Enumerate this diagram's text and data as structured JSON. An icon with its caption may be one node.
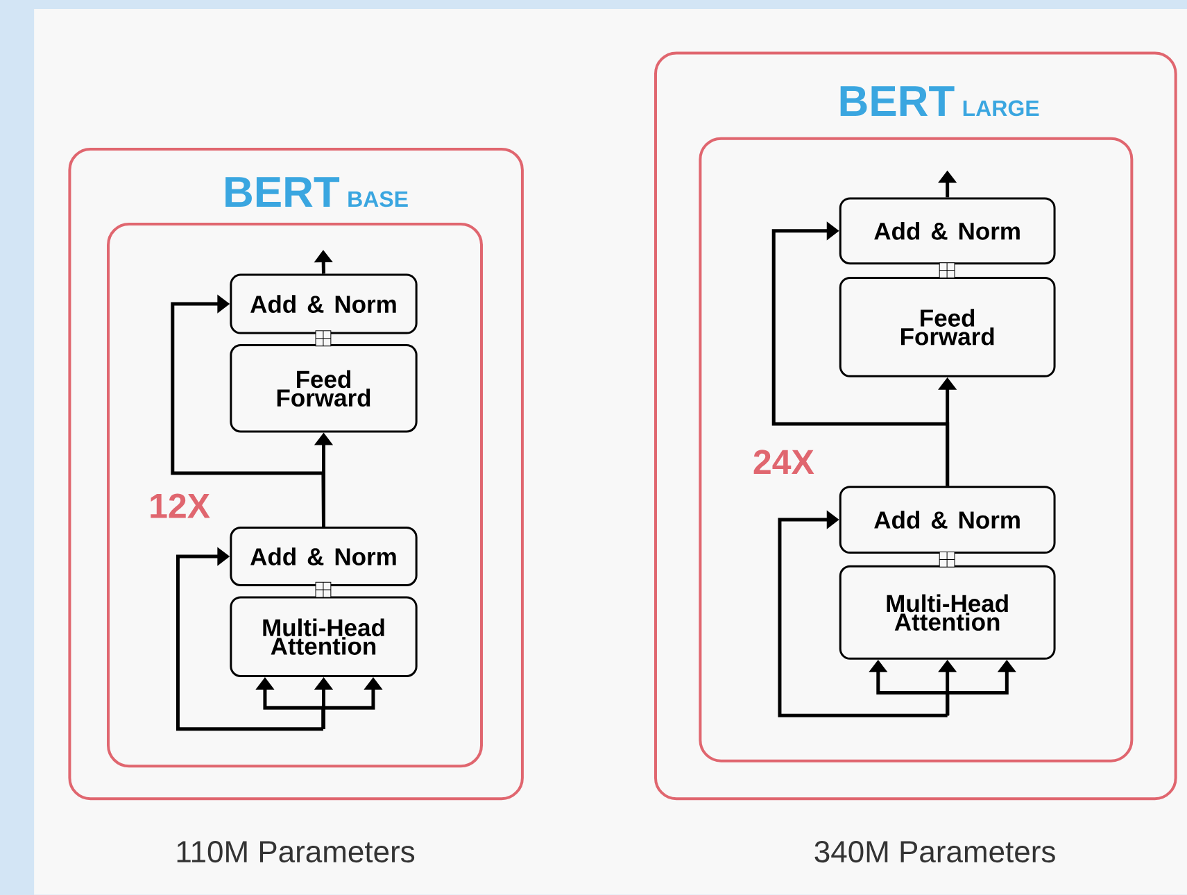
{
  "diagram": {
    "nodes": [
      {
        "text": [
          "BERT",
          "BASE"
        ],
        "beside": [
          "110M Parameters"
        ]
      },
      {
        "text": [
          "12X"
        ],
        "in": 0
      },
      {
        "text": [
          "Add & Norm"
        ],
        "in": 1
      },
      {
        "text": [
          "Feed Forward"
        ],
        "in": 1
      },
      {
        "text": [
          "Add & Norm"
        ],
        "in": 1
      },
      {
        "text": [
          "Multi-Head Attention"
        ],
        "in": 1
      },
      {
        "text": [
          "BERT",
          "LARGE"
        ],
        "beside": [
          "340M Parameters"
        ]
      },
      {
        "text": [
          "24X"
        ],
        "in": 6
      },
      {
        "text": [
          "Add & Norm"
        ],
        "in": 7
      },
      {
        "text": [
          "Feed Forward"
        ],
        "in": 7
      },
      {
        "text": [
          "Add & Norm"
        ],
        "in": 7
      },
      {
        "text": [
          "Multi-Head Attention"
        ],
        "in": 7
      }
    ],
    "edges": [
      {
        "from": 2,
        "to": null,
        "arrow": "to"
      },
      {
        "from": 4,
        "to": 3,
        "arrow": "to"
      },
      {
        "from": 4,
        "to": 2,
        "arrow": "to"
      },
      {
        "from": null,
        "to": 4,
        "arrow": "to"
      },
      {
        "from": null,
        "to": 5,
        "arrow": "to"
      },
      {
        "from": null,
        "to": 5,
        "arrow": "to"
      },
      {
        "from": null,
        "to": 5,
        "arrow": "to"
      },
      {
        "from": 8,
        "to": null,
        "arrow": "to"
      },
      {
        "from": 10,
        "to": 9,
        "arrow": "to"
      },
      {
        "from": 10,
        "to": 8,
        "arrow": "to"
      },
      {
        "from": null,
        "to": 10,
        "arrow": "to"
      },
      {
        "from": null,
        "to": 11,
        "arrow": "to"
      },
      {
        "from": null,
        "to": 11,
        "arrow": "to"
      },
      {
        "from": null,
        "to": 11,
        "arrow": "to"
      }
    ]
  }
}
